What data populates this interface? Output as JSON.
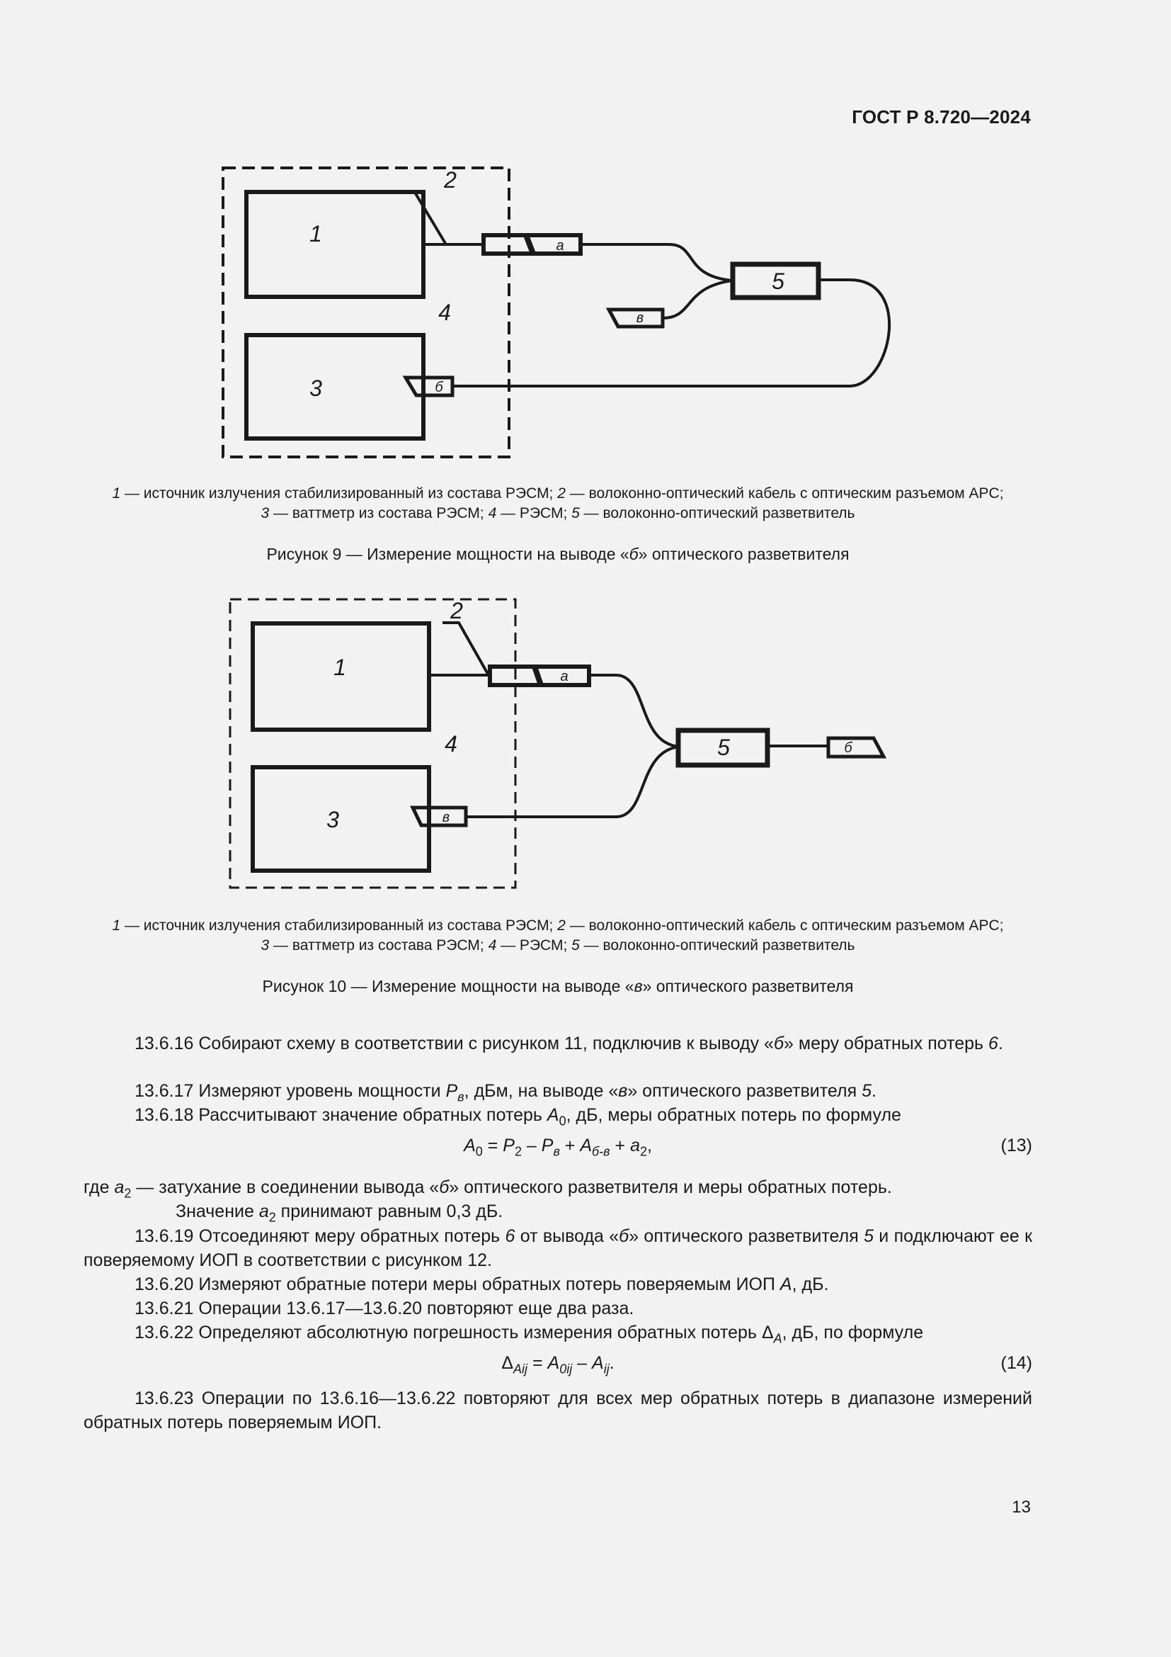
{
  "header": {
    "doc_id": "ГОСТ Р 8.720—2024"
  },
  "figure9": {
    "labels": {
      "n1": "1",
      "n2": "2",
      "n3": "3",
      "n4": "4",
      "n5": "5",
      "port_a": "а",
      "port_b": "б",
      "port_v": "в"
    },
    "legend": {
      "line1_parts": [
        "1",
        " — источник излучения стабилизированный из состава РЭСМ; ",
        "2",
        " — волоконно-оптический кабель с оптическим разъемом APC;"
      ],
      "line2_parts": [
        "3",
        " — ваттметр из состава РЭСМ; ",
        "4",
        " — РЭСМ; ",
        "5",
        " — волоконно-оптический разветвитель"
      ]
    },
    "caption_parts": [
      "Рисунок 9 — Измерение мощности на выводе «",
      "б",
      "» оптического разветвителя"
    ]
  },
  "figure10": {
    "labels": {
      "n1": "1",
      "n2": "2",
      "n3": "3",
      "n4": "4",
      "n5": "5",
      "port_a": "а",
      "port_b": "б",
      "port_v": "в"
    },
    "legend": {
      "line1_parts": [
        "1",
        " — источник излучения стабилизированный из состава РЭСМ; ",
        "2",
        " — волоконно-оптический кабель с оптическим разъемом APC;"
      ],
      "line2_parts": [
        "3",
        " — ваттметр из состава РЭСМ; ",
        "4",
        " — РЭСМ; ",
        "5",
        " — волоконно-оптический разветвитель"
      ]
    },
    "caption_parts": [
      "Рисунок 10 — Измерение мощности на выводе «",
      "в",
      "» оптического разветвителя"
    ]
  },
  "body": {
    "p16": [
      "13.6.16 Собирают схему в соответствии с рисунком 11, подключив к выводу «",
      "б",
      "» меру обратных потерь ",
      "6",
      "."
    ],
    "p17": [
      "13.6.17 Измеряют уровень мощности ",
      "P",
      "в",
      ", дБм, на выводе «",
      "в",
      "» оптического разветвителя ",
      "5",
      "."
    ],
    "p18": [
      "13.6.18 Рассчитывают значение обратных потерь ",
      "A",
      "0",
      ", дБ, меры обратных потерь по формуле"
    ],
    "formula13": {
      "parts": [
        "A",
        "0",
        " = ",
        "P",
        "2",
        " – ",
        "P",
        "в",
        " + ",
        "A",
        "б-в",
        " + ",
        "a",
        "2",
        ","
      ],
      "number": "(13)"
    },
    "where13": [
      "где ",
      "a",
      "2",
      " — затухание в соединении вывода «",
      "б",
      "» оптического разветвителя и меры обратных потерь."
    ],
    "where13b": [
      "Значение ",
      "a",
      "2",
      " принимают равным 0,3 дБ."
    ],
    "p19": [
      "13.6.19 Отсоединяют меру обратных потерь ",
      "6",
      " от вывода «",
      "б",
      "» оптического разветвителя ",
      "5",
      " и подключают ее к поверяемому ИОП в соответствии с рисунком 12."
    ],
    "p20": [
      "13.6.20 Измеряют обратные потери меры обратных потерь поверяемым ИОП ",
      "A",
      ", дБ."
    ],
    "p21": "13.6.21 Операции 13.6.17—13.6.20 повторяют еще два раза.",
    "p22": [
      "13.6.22 Определяют абсолютную погрешность измерения обратных потерь ",
      "Δ",
      "A",
      ", дБ, по формуле"
    ],
    "formula14": {
      "parts": [
        "Δ",
        "Aij",
        " = ",
        "A",
        "0ij",
        " – ",
        "A",
        "ij",
        "."
      ],
      "number": "(14)"
    },
    "p23": "13.6.23 Операции по 13.6.16—13.6.22 повторяют для всех мер обратных потерь в диапазоне измерений обратных потерь поверяемым ИОП."
  },
  "footer": {
    "page_number": "13"
  }
}
